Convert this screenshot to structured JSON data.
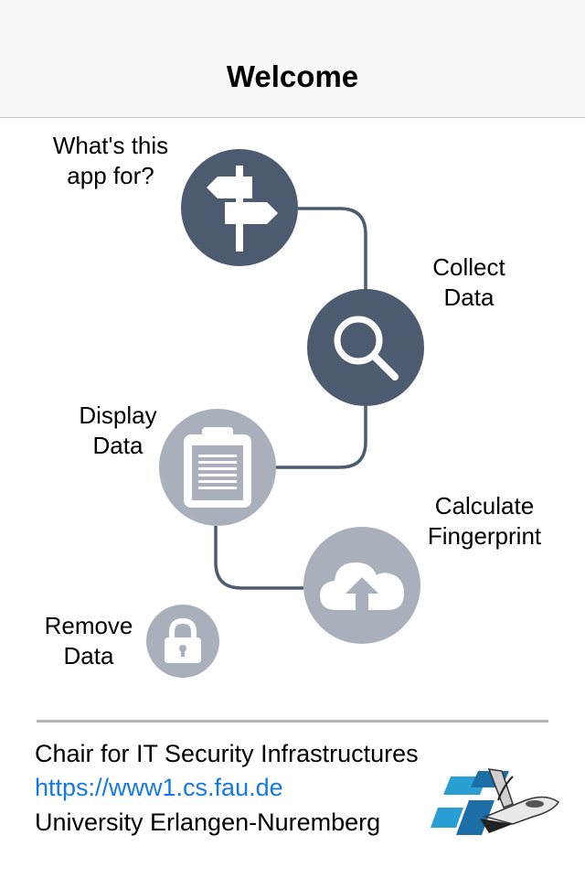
{
  "header": {
    "title": "Welcome"
  },
  "steps": [
    {
      "label_line1": "What's this",
      "label_line2": "app for?",
      "icon": "signpost-icon",
      "state": "active"
    },
    {
      "label_line1": "Collect",
      "label_line2": "Data",
      "icon": "search-icon",
      "state": "active"
    },
    {
      "label_line1": "Display",
      "label_line2": "Data",
      "icon": "clipboard-icon",
      "state": "inactive"
    },
    {
      "label_line1": "Calculate",
      "label_line2": "Fingerprint",
      "icon": "cloud-upload-icon",
      "state": "inactive"
    },
    {
      "label_line1": "Remove",
      "label_line2": "Data",
      "icon": "lock-icon",
      "state": "inactive"
    }
  ],
  "colors": {
    "active_step": "#4d5b71",
    "inactive_step": "#aab0bb",
    "link": "#1479e3"
  },
  "footer": {
    "chair": "Chair for IT Security Infrastructures",
    "url": "https://www1.cs.fau.de",
    "university": "University Erlangen-Nuremberg",
    "logo_icon": "fau-space-shuttle-logo"
  }
}
